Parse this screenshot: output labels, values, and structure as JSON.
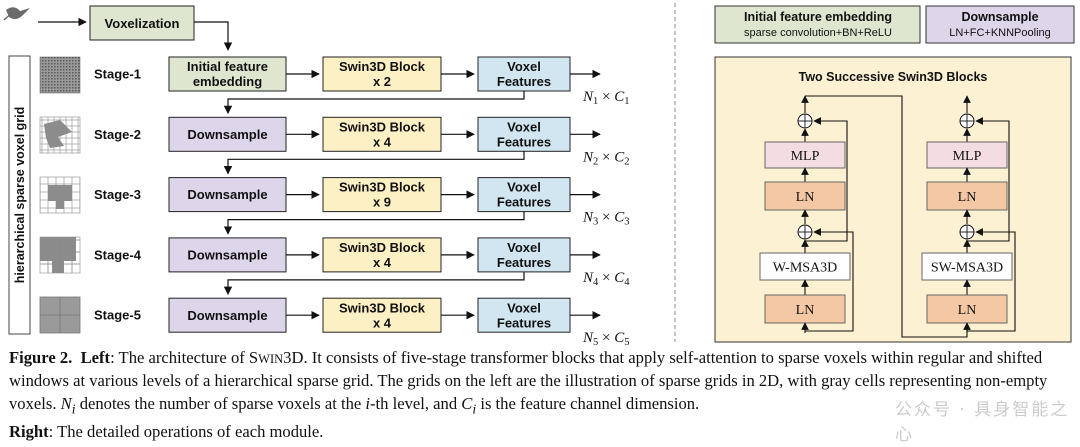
{
  "left": {
    "voxelization": "Voxelization",
    "side_label": "hierarchical sparse voxel grid",
    "stages": [
      {
        "label": "Stage-1",
        "first": [
          "Initial feature",
          "embedding"
        ],
        "block": [
          "Swin3D Block",
          "x 2"
        ],
        "out": [
          "Voxel",
          "Features"
        ],
        "n": "N",
        "ns": "1",
        "c": "C",
        "cs": "1"
      },
      {
        "label": "Stage-2",
        "first": [
          "Downsample"
        ],
        "block": [
          "Swin3D Block",
          "x 4"
        ],
        "out": [
          "Voxel",
          "Features"
        ],
        "n": "N",
        "ns": "2",
        "c": "C",
        "cs": "2"
      },
      {
        "label": "Stage-3",
        "first": [
          "Downsample"
        ],
        "block": [
          "Swin3D Block",
          "x 9"
        ],
        "out": [
          "Voxel",
          "Features"
        ],
        "n": "N",
        "ns": "3",
        "c": "C",
        "cs": "3"
      },
      {
        "label": "Stage-4",
        "first": [
          "Downsample"
        ],
        "block": [
          "Swin3D Block",
          "x 4"
        ],
        "out": [
          "Voxel",
          "Features"
        ],
        "n": "N",
        "ns": "4",
        "c": "C",
        "cs": "4"
      },
      {
        "label": "Stage-5",
        "first": [
          "Downsample"
        ],
        "block": [
          "Swin3D Block",
          "x 4"
        ],
        "out": [
          "Voxel",
          "Features"
        ],
        "n": "N",
        "ns": "5",
        "c": "C",
        "cs": "5"
      }
    ],
    "times": "×"
  },
  "right": {
    "legend_embed_title": "Initial feature embedding",
    "legend_embed_sub": "sparse convolution+BN+ReLU",
    "legend_down_title": "Downsample",
    "legend_down_sub": "LN+FC+KNNPooling",
    "panel_title": "Two Successive Swin3D Blocks",
    "mlp": "MLP",
    "ln": "LN",
    "attn1": "W-MSA3D",
    "attn2": "SW-MSA3D",
    "plus": "+"
  },
  "caption": {
    "fig": "Figure 2.",
    "left_label": "Left",
    "line1": ": The architecture of ",
    "swin_s": "S",
    "swin_rest": "WIN",
    "swin_3d": "3D",
    "line1b": ". It consists of five-stage transformer blocks that apply self-attention to sparse voxels within regular and shifted windows at various levels of a hierarchical sparse grid. The grids on the left are the illustration of sparse grids in 2D, with gray cells representing non-empty voxels. ",
    "ni": "N",
    "ni_sub": "i",
    "mid": " denotes the number of sparse voxels at the ",
    "ith_i": "i",
    "ith_rest": "-th level, and ",
    "ci": "C",
    "ci_sub": "i",
    "end": " is the feature channel dimension.",
    "right_label": "Right",
    "right_text": ": The detailed operations of each module."
  },
  "watermark": "公众号 · 具身智能之心",
  "colors": {
    "green": "#dfe6d0",
    "yellow": "#fdf0c4",
    "blue": "#d2e6f1",
    "purple": "#ddd5ea",
    "panel": "#fdf1d3",
    "mlp": "#f3dde3",
    "ln": "#f4c8a4"
  }
}
